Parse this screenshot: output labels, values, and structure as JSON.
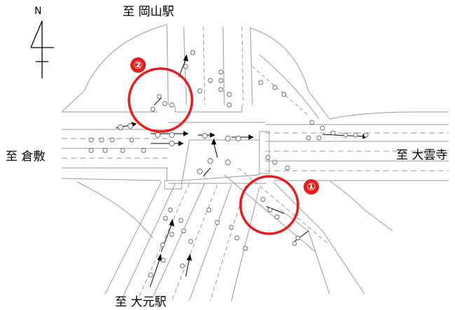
{
  "compass": {
    "label": "N"
  },
  "directions": {
    "north": "至 岡山駅",
    "west": "至 倉敷",
    "east": "至 大雲寺",
    "south": "至 大元駅"
  },
  "markers": [
    {
      "id": "1",
      "label": "①",
      "color": "#e41e1e"
    },
    {
      "id": "2",
      "label": "②",
      "color": "#e41e1e"
    }
  ],
  "colors": {
    "highlight": "#e41e1e",
    "road_line": "#9a9a9a",
    "arrow": "#000000"
  }
}
